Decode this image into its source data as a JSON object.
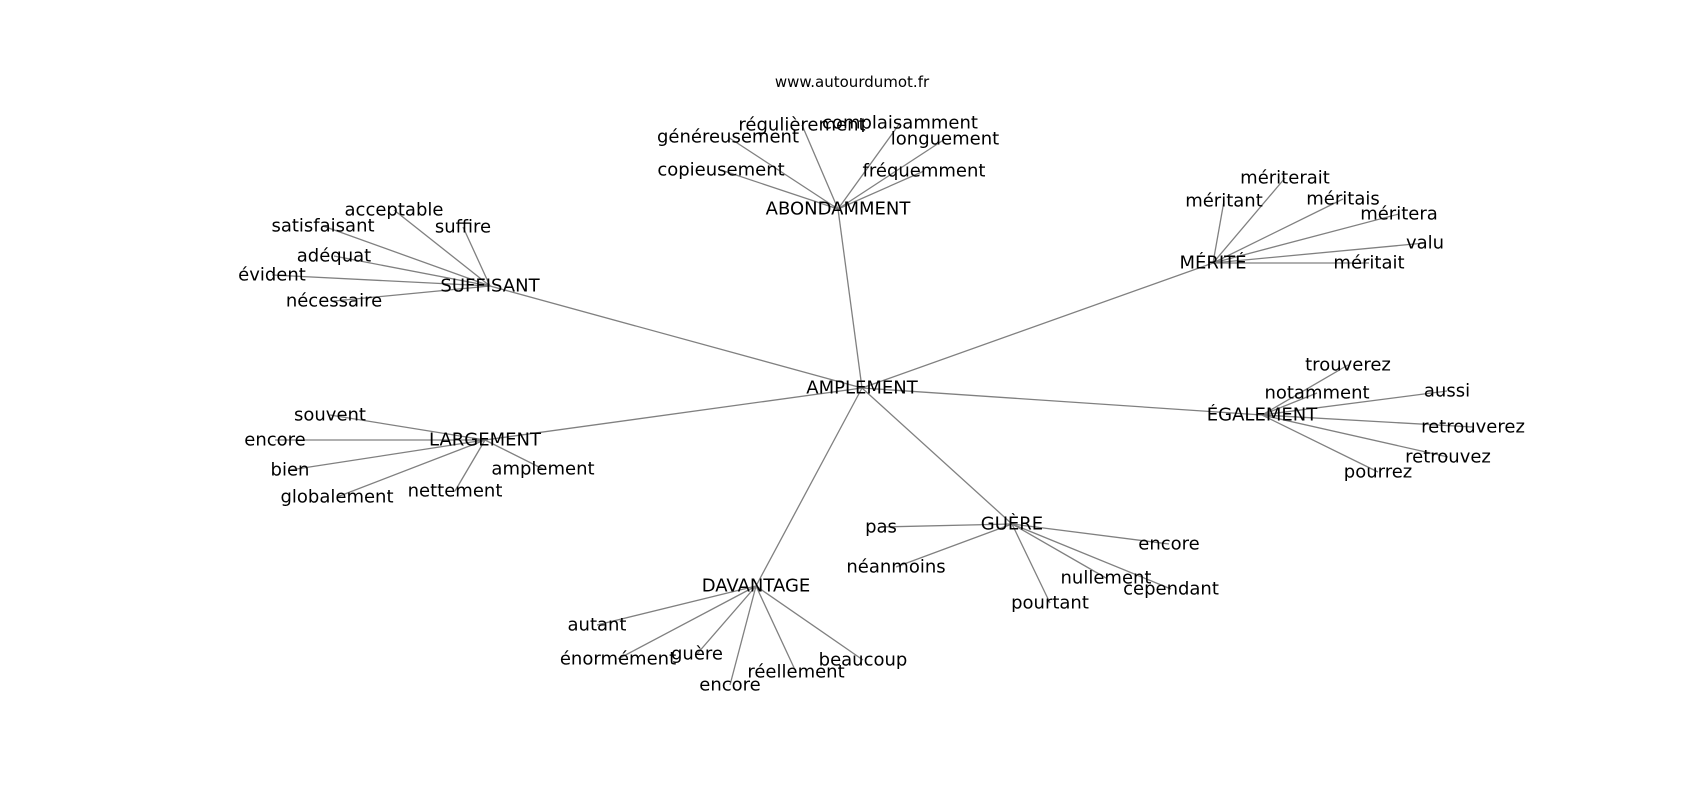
{
  "watermark": "www.autourdumot.fr",
  "center": "AMPLEMENT",
  "groups": [
    {
      "id": "abondamment",
      "label": "ABONDAMMENT",
      "words": [
        "régulièrement",
        "complaisamment",
        "généreusement",
        "longuement",
        "copieusement",
        "fréquemment"
      ]
    },
    {
      "id": "suffisant",
      "label": "SUFFISANT",
      "words": [
        "acceptable",
        "satisfaisant",
        "suffire",
        "adéquat",
        "évident",
        "nécessaire"
      ]
    },
    {
      "id": "merite",
      "label": "MÉRITÉ",
      "words": [
        "mériterait",
        "méritant",
        "méritais",
        "méritera",
        "valu",
        "méritait"
      ]
    },
    {
      "id": "largement",
      "label": "LARGEMENT",
      "words": [
        "souvent",
        "encore",
        "bien",
        "globalement",
        "nettement",
        "amplement"
      ]
    },
    {
      "id": "egalement",
      "label": "ÉGALEMENT",
      "words": [
        "trouverez",
        "notamment",
        "aussi",
        "retrouverez",
        "retrouvez",
        "pourrez"
      ]
    },
    {
      "id": "guere",
      "label": "GUÈRE",
      "words": [
        "pas",
        "néanmoins",
        "encore",
        "nullement",
        "cependant",
        "pourtant"
      ]
    },
    {
      "id": "davantage",
      "label": "DAVANTAGE",
      "words": [
        "autant",
        "énormément",
        "guère",
        "encore",
        "réellement",
        "beaucoup"
      ]
    }
  ]
}
